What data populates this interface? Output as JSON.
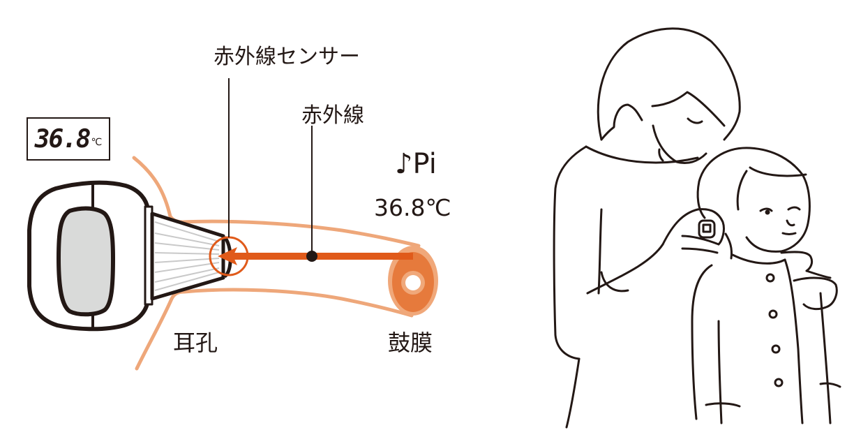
{
  "diagram": {
    "title": "Ear thermometer infrared measurement",
    "device_display": {
      "value": "36.8",
      "unit": "℃"
    },
    "labels": {
      "infrared_sensor": "赤外線センサー",
      "infrared": "赤外線",
      "beep": "♪Pi",
      "temperature_readout": "36.8℃",
      "ear_canal": "耳孔",
      "eardrum": "鼓膜"
    },
    "colors": {
      "ink": "#231815",
      "ear_outline": "#eea77a",
      "infrared_arrow": "#e05a1a",
      "eardrum_fill": "#e67a3c",
      "eardrum_rim": "#f0a87a",
      "screen_fill": "#d9dad9",
      "probe_lines": "#c9c9c9"
    }
  },
  "illustration": {
    "description": "Adult measuring a child's temperature with an ear thermometer"
  }
}
